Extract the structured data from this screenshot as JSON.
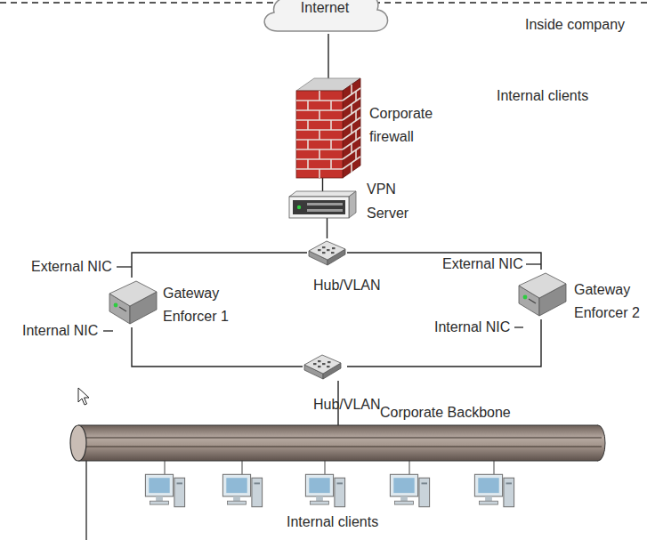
{
  "diagram": {
    "nodes": [
      {
        "text": [
          "Internet"
        ]
      },
      {
        "text": [
          "Corporate firewall"
        ]
      },
      {
        "text": [
          "VPN Server"
        ]
      },
      {
        "text": [
          "Hub/VLAN"
        ]
      },
      {
        "text": [
          "Gateway Enforcer 1"
        ]
      },
      {
        "text": [
          "Gateway Enforcer 2"
        ]
      },
      {
        "text": [
          "Hub/VLAN"
        ]
      },
      {
        "text": [
          "Corporate Backbone"
        ]
      }
    ],
    "edges": [
      {
        "from": 0,
        "to": 1,
        "arrow": "none"
      },
      {
        "from": 1,
        "to": 2,
        "arrow": "none"
      },
      {
        "from": 2,
        "to": 3,
        "arrow": "none"
      },
      {
        "from": 3,
        "to": 4,
        "arrow": "none"
      },
      {
        "from": 3,
        "to": 5,
        "arrow": "none"
      },
      {
        "from": 4,
        "to": 6,
        "arrow": "none"
      },
      {
        "from": 5,
        "to": 6,
        "arrow": "none"
      },
      {
        "from": 6,
        "to": 7,
        "arrow": "none"
      }
    ],
    "labels": [
      "Inside company",
      "Internal clients",
      "External NIC",
      "Internal NIC",
      "External NIC",
      "Internal NIC",
      "Internal clients"
    ]
  }
}
